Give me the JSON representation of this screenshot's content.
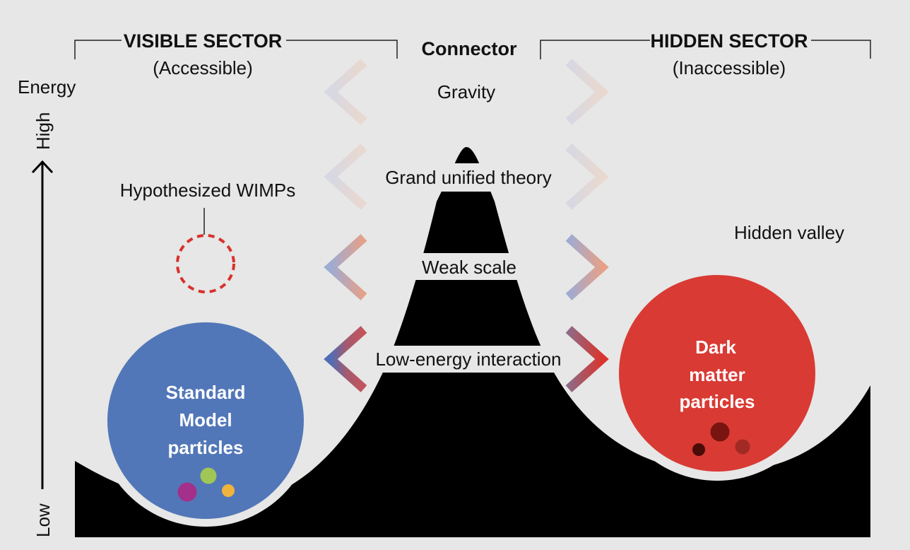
{
  "sectors": {
    "visible": {
      "title": "VISIBLE SECTOR",
      "subtitle": "(Accessible)"
    },
    "connector": {
      "title": "Connector"
    },
    "hidden": {
      "title": "HIDDEN SECTOR",
      "subtitle": "(Inaccessible)"
    }
  },
  "energy_axis": {
    "title": "Energy",
    "high": "High",
    "low": "Low"
  },
  "interactions": [
    {
      "label": "Gravity",
      "intensity": 0.2
    },
    {
      "label": "Grand unified theory",
      "intensity": 0.25
    },
    {
      "label": "Weak scale",
      "intensity": 0.6
    },
    {
      "label": "Low-energy interaction",
      "intensity": 1.0
    }
  ],
  "wimps": {
    "label": "Hypothesized WIMPs",
    "color": "#d8312c"
  },
  "hidden_valley": {
    "label": "Hidden valley"
  },
  "standard_model": {
    "lines": [
      "Standard",
      "Model",
      "particles"
    ],
    "color": "#5277b8",
    "particle_colors": [
      "#a3308a",
      "#a0c655",
      "#f0b43c"
    ]
  },
  "dark_matter": {
    "lines": [
      "Dark",
      "matter",
      "particles"
    ],
    "color": "#d93a34",
    "particle_colors": [
      "#4a0c08",
      "#7a1410",
      "#a22a24"
    ]
  },
  "colors": {
    "background": "#e6e7e6",
    "blue": "#5277b8",
    "red": "#d93a34",
    "orange": "#e39a7c"
  }
}
